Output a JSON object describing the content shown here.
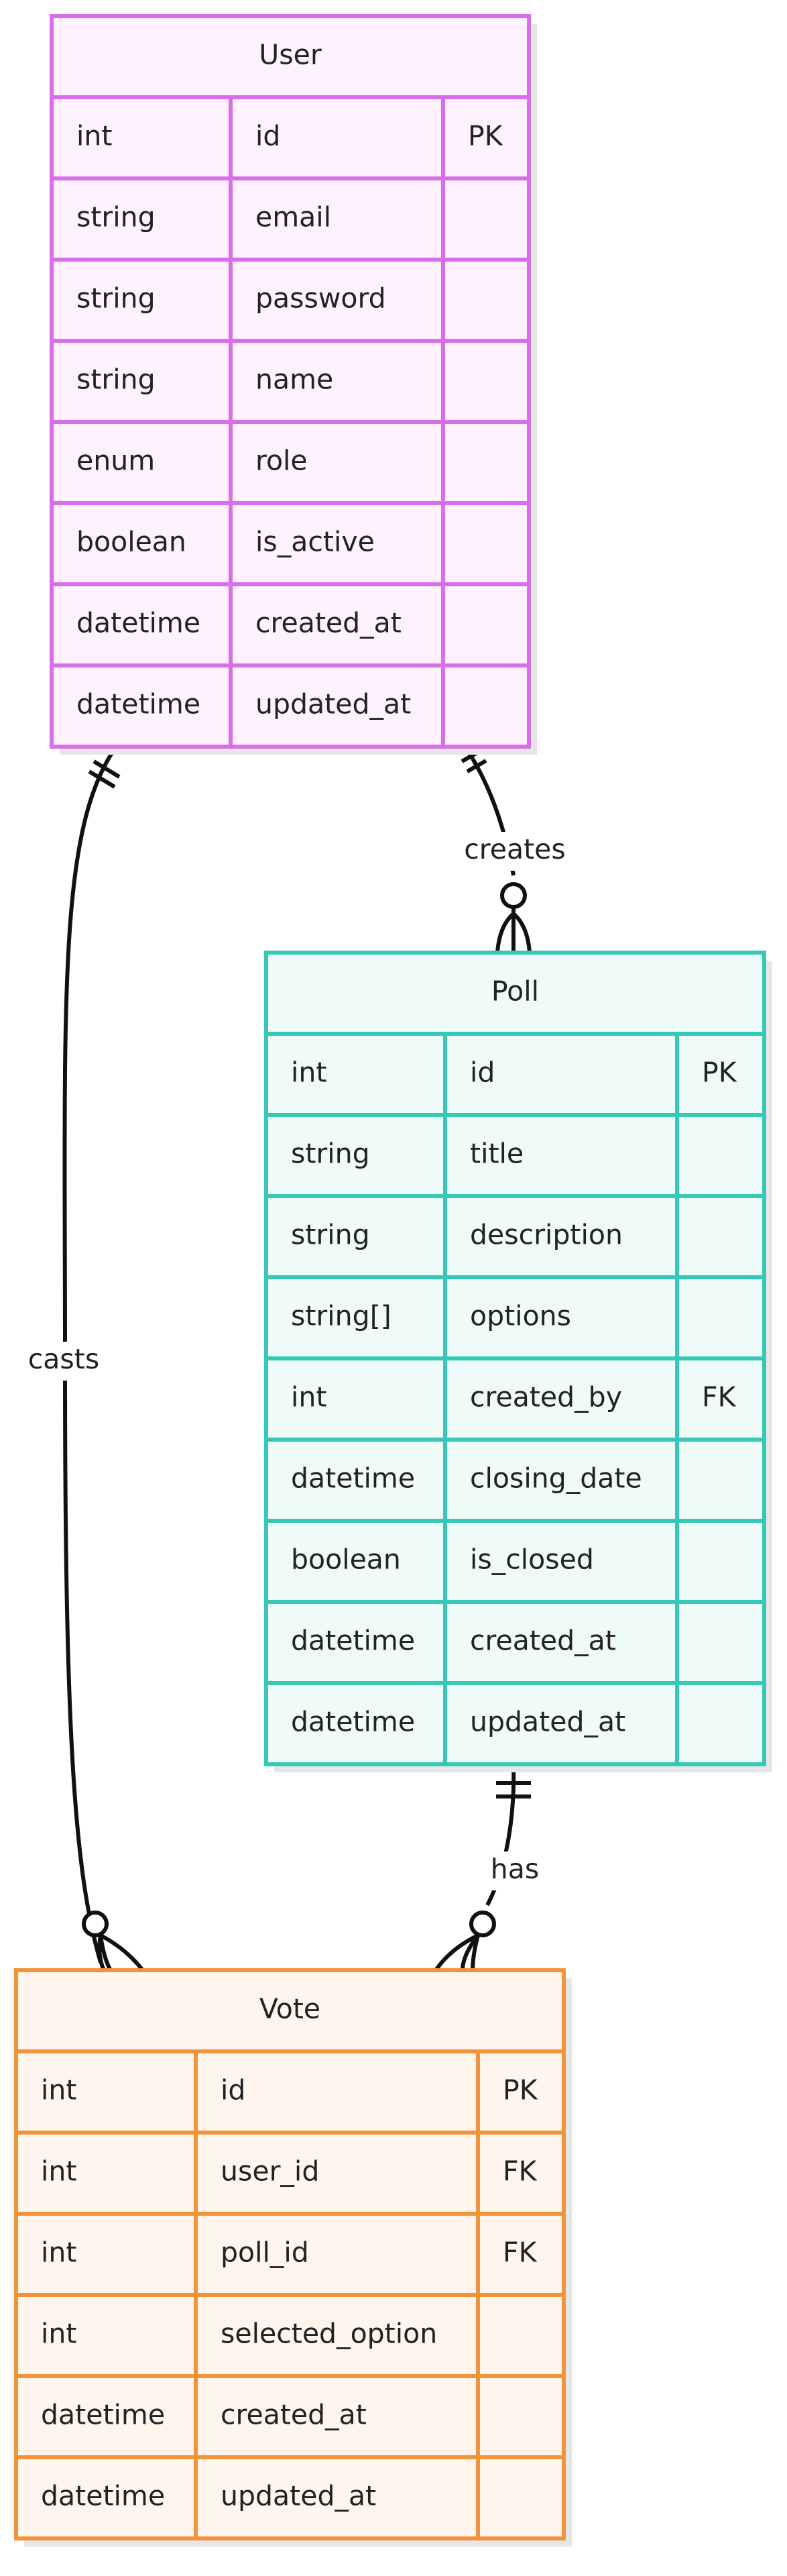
{
  "diagram_type": "entity-relationship",
  "entities": [
    {
      "name": "User",
      "color": "#d86ee8",
      "fill": "#fff1fd",
      "attributes": [
        {
          "type": "int",
          "name": "id",
          "key": "PK"
        },
        {
          "type": "string",
          "name": "email",
          "key": ""
        },
        {
          "type": "string",
          "name": "password",
          "key": ""
        },
        {
          "type": "string",
          "name": "name",
          "key": ""
        },
        {
          "type": "enum",
          "name": "role",
          "key": ""
        },
        {
          "type": "boolean",
          "name": "is_active",
          "key": ""
        },
        {
          "type": "datetime",
          "name": "created_at",
          "key": ""
        },
        {
          "type": "datetime",
          "name": "updated_at",
          "key": ""
        }
      ]
    },
    {
      "name": "Poll",
      "color": "#35c8b6",
      "fill": "#eefbf8",
      "attributes": [
        {
          "type": "int",
          "name": "id",
          "key": "PK"
        },
        {
          "type": "string",
          "name": "title",
          "key": ""
        },
        {
          "type": "string",
          "name": "description",
          "key": ""
        },
        {
          "type": "string[]",
          "name": "options",
          "key": ""
        },
        {
          "type": "int",
          "name": "created_by",
          "key": "FK"
        },
        {
          "type": "datetime",
          "name": "closing_date",
          "key": ""
        },
        {
          "type": "boolean",
          "name": "is_closed",
          "key": ""
        },
        {
          "type": "datetime",
          "name": "created_at",
          "key": ""
        },
        {
          "type": "datetime",
          "name": "updated_at",
          "key": ""
        }
      ]
    },
    {
      "name": "Vote",
      "color": "#f3923d",
      "fill": "#fff5ec",
      "attributes": [
        {
          "type": "int",
          "name": "id",
          "key": "PK"
        },
        {
          "type": "int",
          "name": "user_id",
          "key": "FK"
        },
        {
          "type": "int",
          "name": "poll_id",
          "key": "FK"
        },
        {
          "type": "int",
          "name": "selected_option",
          "key": ""
        },
        {
          "type": "datetime",
          "name": "created_at",
          "key": ""
        },
        {
          "type": "datetime",
          "name": "updated_at",
          "key": ""
        }
      ]
    }
  ],
  "relationships": [
    {
      "from": "User",
      "to": "Poll",
      "label": "creates",
      "from_cardinality": "exactly-one",
      "to_cardinality": "zero-or-many"
    },
    {
      "from": "User",
      "to": "Vote",
      "label": "casts",
      "from_cardinality": "exactly-one",
      "to_cardinality": "zero-or-many"
    },
    {
      "from": "Poll",
      "to": "Vote",
      "label": "has",
      "from_cardinality": "exactly-one",
      "to_cardinality": "zero-or-many"
    }
  ]
}
